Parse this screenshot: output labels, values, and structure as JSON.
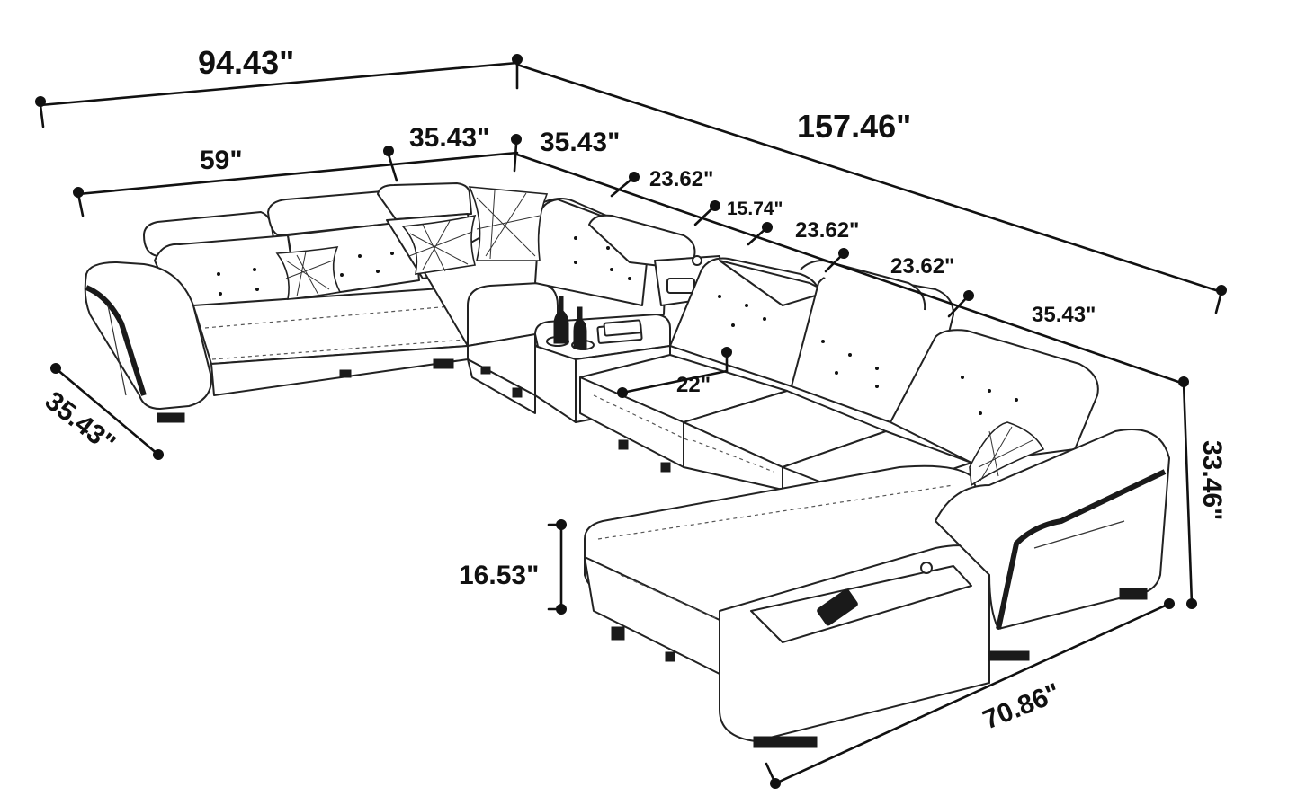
{
  "diagram": {
    "subject": "U-shaped sectional sofa with dimensions",
    "dimensions": {
      "top_left_width": "94.43\"",
      "top_right_width": "157.46\"",
      "left_back_section": "59\"",
      "corner_left": "35.43\"",
      "corner_right": "35.43\"",
      "console_seat": "23.62\"",
      "console": "15.74\"",
      "seat_one": "23.62\"",
      "seat_two": "23.62\"",
      "chaise_back": "35.43\"",
      "left_depth": "35.43\"",
      "height": "33.46\"",
      "seat_height": "16.53\"",
      "seat_depth": "22\"",
      "chaise_length": "70.86\""
    }
  }
}
